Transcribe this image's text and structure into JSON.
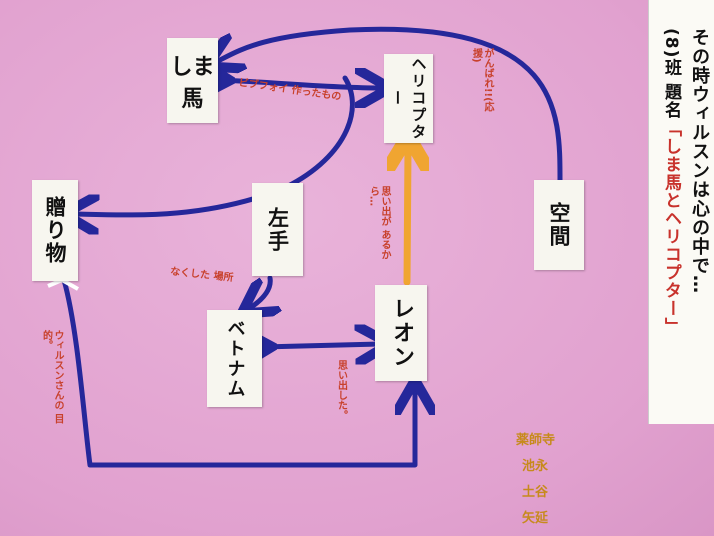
{
  "cards": {
    "shima_uma": "しま馬",
    "helicopter": "ヘリコプター",
    "okurimono": "贈り物",
    "hidarite": "左手",
    "kuukan": "空間",
    "leon": "レオン",
    "vietnam": "ベトナム"
  },
  "notes": {
    "bibufu": "ビブフォイ 作ったもの",
    "ganbare": "がんばれ!!(応援)",
    "omoide_ga": "思い出が あるから…",
    "nakushita": "なくした 場所",
    "omoidashita": "思い出した。",
    "wilson_san": "ウィルスンさんの 目的。"
  },
  "title": {
    "main": "その時ウィルスンは心の中で…",
    "group_label": "(8)班 題名",
    "name": "「しま馬とヘリコプター」"
  },
  "members": [
    "薬師寺",
    "池永",
    "土谷",
    "矢延"
  ],
  "colors": {
    "background": "#e5a6d4",
    "arrow_blue": "#25279a",
    "arrow_orange": "#f0a531",
    "annotation_red": "#c8412c",
    "member_gold": "#c78a1c"
  }
}
